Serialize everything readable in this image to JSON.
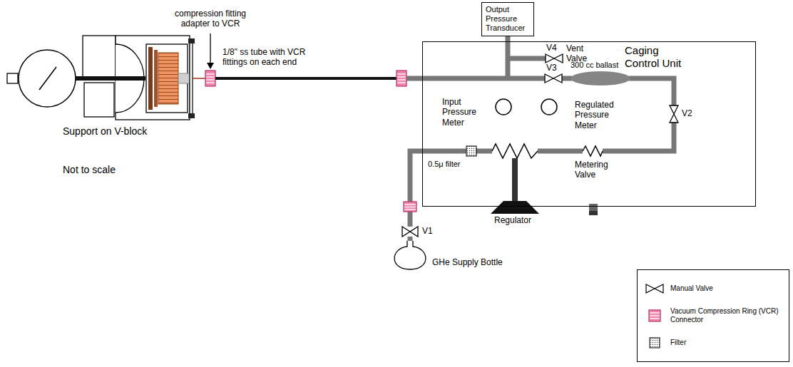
{
  "diagram": {
    "nodes": [
      {
        "text": [
          "Output Pressure Transducer"
        ]
      },
      {
        "text": [
          "Caging Control Unit"
        ]
      }
    ],
    "edges": [
      {
        "from": 0,
        "to": 1,
        "arrow": "none"
      }
    ],
    "labels": [
      "compression fitting adapter to VCR",
      "1/8\" ss tube with VCR fittings on each end",
      "V4",
      "Vent Valve",
      "V3",
      "300 cc ballast",
      "Input Pressure Meter",
      "Regulated Pressure Meter",
      "V2",
      "Support on V-block",
      "0.5μ filter",
      "Metering Valve",
      "Not to scale",
      "Regulator",
      "V1",
      "GHe Supply Bottle"
    ],
    "legend": [
      {
        "text": "Manual Valve"
      },
      {
        "text": "Vacuum Compression Ring (VCR) Connector"
      },
      {
        "text": "Filter"
      }
    ]
  }
}
